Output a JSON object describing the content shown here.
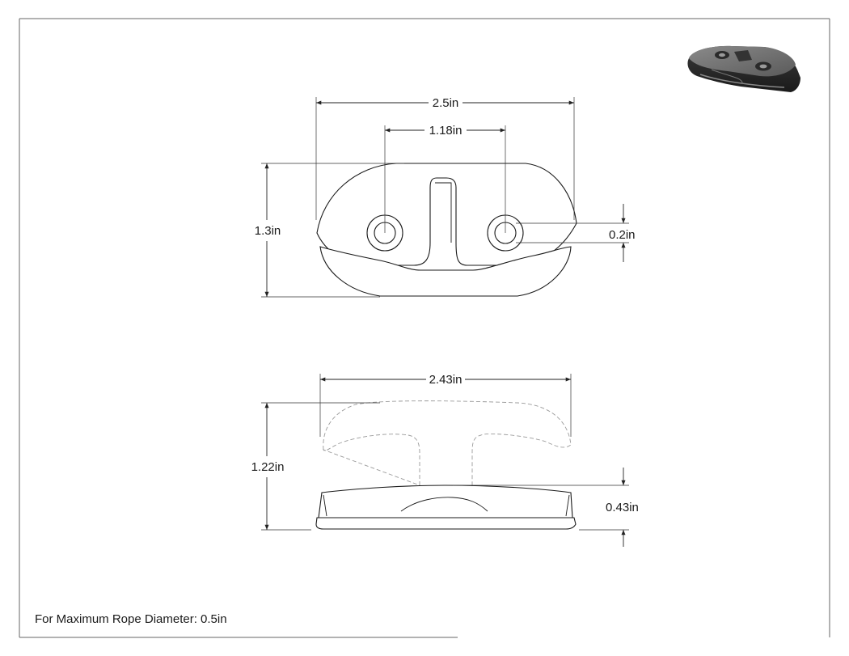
{
  "dimensions": {
    "top_width": "2.5in",
    "hole_spacing": "1.18in",
    "top_height": "1.3in",
    "hole_diameter": "0.2in",
    "side_width": "2.43in",
    "side_height": "1.22in",
    "base_height": "0.43in"
  },
  "note": "For Maximum Rope Diameter: 0.5in",
  "colors": {
    "line": "#1a1a1a",
    "hidden_line": "#9a9a9a",
    "frame": "#666666",
    "iso_body": "#4a4a4a"
  }
}
